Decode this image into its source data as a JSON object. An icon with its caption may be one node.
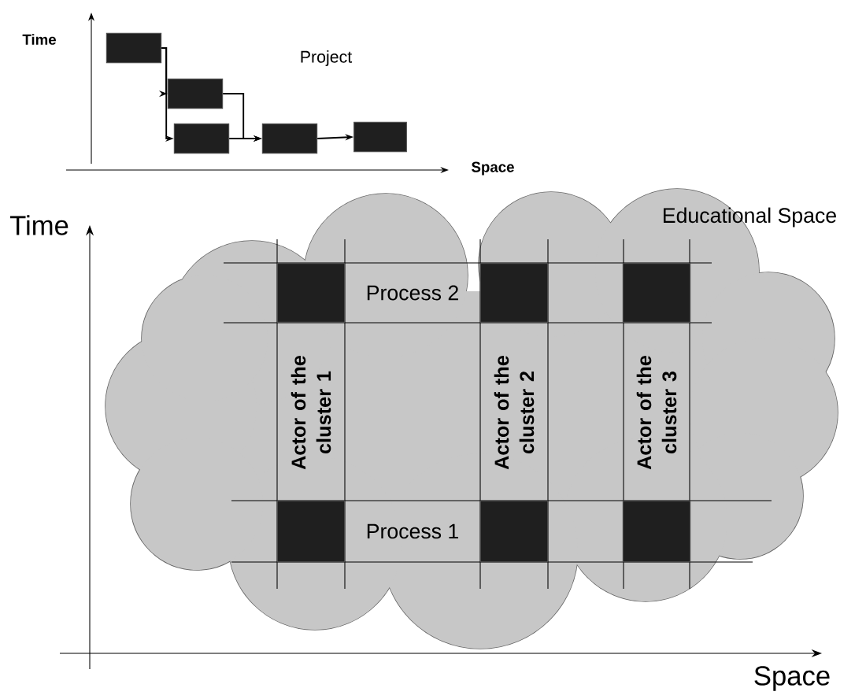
{
  "diagram": {
    "nodes": [
      {
        "text": [],
        "shape": "box"
      },
      {
        "text": [],
        "shape": "box"
      },
      {
        "text": [],
        "shape": "box"
      },
      {
        "text": [],
        "shape": "box"
      },
      {
        "text": [],
        "shape": "box"
      },
      {
        "text": [
          "Educational Space"
        ]
      },
      {
        "text": [
          "Process 2"
        ],
        "in": 5
      },
      {
        "text": [],
        "shape": "box"
      },
      {
        "text": [],
        "shape": "box"
      },
      {
        "text": [],
        "shape": "box"
      },
      {
        "text": [
          "Actor of the cluster 1"
        ],
        "in": 5
      },
      {
        "text": [
          "Actor of the cluster 2"
        ],
        "in": 5
      },
      {
        "text": [
          "Actor of the cluster 3"
        ],
        "in": 5
      },
      {
        "text": [
          "Process 1"
        ],
        "in": 5
      },
      {
        "text": [],
        "shape": "box"
      },
      {
        "text": [],
        "shape": "box"
      },
      {
        "text": [],
        "shape": "box"
      }
    ],
    "edges": [
      {
        "from": 0,
        "to": 1,
        "arrow": "to"
      },
      {
        "from": 0,
        "to": 2,
        "arrow": "to"
      },
      {
        "from": 1,
        "to": 3,
        "arrow": "to"
      },
      {
        "from": 2,
        "to": 3,
        "arrow": "to"
      },
      {
        "from": 3,
        "to": 4,
        "arrow": "to"
      }
    ],
    "labels": [
      "Time",
      "Project",
      "Space",
      "Time",
      "Space"
    ]
  }
}
